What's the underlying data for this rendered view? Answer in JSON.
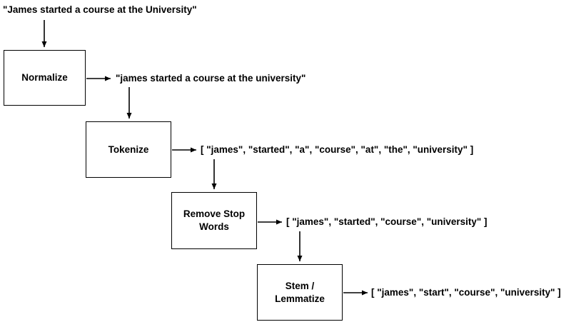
{
  "diagram": {
    "input_text": "\"James started a course at the University\"",
    "stages": [
      {
        "id": "normalize",
        "label": "Normalize",
        "output": "\"james started a course at the university\""
      },
      {
        "id": "tokenize",
        "label": "Tokenize",
        "output": "[ \"james\", \"started\", \"a\", \"course\", \"at\", \"the\", \"university\" ]"
      },
      {
        "id": "remove-stop-words",
        "label": "Remove Stop\nWords",
        "output": "[ \"james\", \"started\", \"course\", \"university\" ]"
      },
      {
        "id": "stem-lemmatize",
        "label": "Stem /\nLemmatize",
        "output": "[ \"james\", \"start\", \"course\", \"university\" ]"
      }
    ],
    "colors": {
      "stroke": "#000000",
      "text": "#000000",
      "background": "#ffffff"
    }
  }
}
